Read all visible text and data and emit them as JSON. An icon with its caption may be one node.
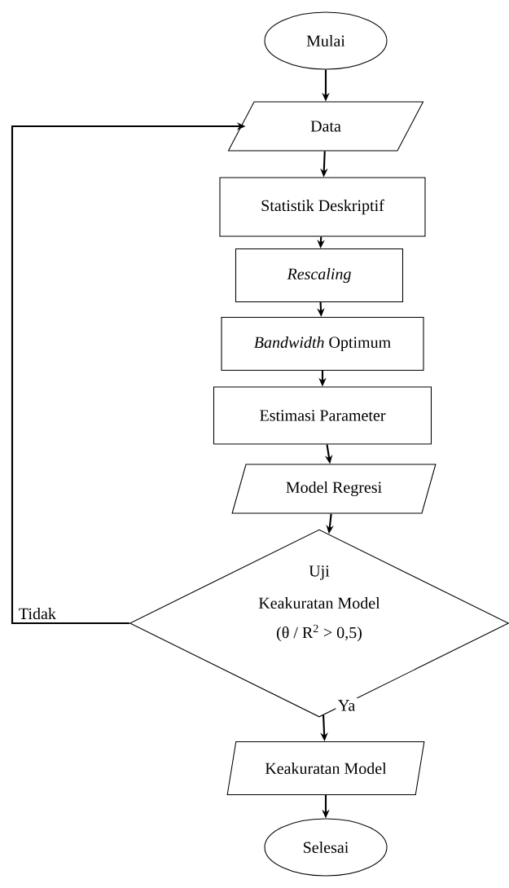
{
  "diagram": {
    "nodes": [
      {
        "text": [
          "Mulai"
        ]
      },
      {
        "text": [
          "Data"
        ]
      },
      {
        "text": [
          "Statistik Deskriptif"
        ]
      },
      {
        "text": [
          "Rescaling"
        ]
      },
      {
        "text": [
          "*Bandwidth* Optimum"
        ]
      },
      {
        "text": [
          "Estimasi Parameter"
        ]
      },
      {
        "text": [
          "Model Regresi"
        ]
      },
      {
        "text": [
          "Uji",
          "Keakuratan Model",
          "(θ / R$^{2}$ > 0,5)"
        ]
      },
      {
        "text": [
          "Keakuratan Model"
        ]
      },
      {
        "text": [
          "Selesai"
        ]
      }
    ],
    "edges": [
      {
        "from": 0,
        "to": 1,
        "arrow": "to"
      },
      {
        "from": 1,
        "to": 2,
        "arrow": "to"
      },
      {
        "from": 2,
        "to": 3,
        "arrow": "to"
      },
      {
        "from": 3,
        "to": 4,
        "arrow": "to"
      },
      {
        "from": 4,
        "to": 5,
        "arrow": "to"
      },
      {
        "from": 5,
        "to": 6,
        "arrow": "to"
      },
      {
        "from": 6,
        "to": 7,
        "arrow": "to"
      },
      {
        "from": 7,
        "to": 1,
        "label": "Tidak",
        "arrow": "to"
      },
      {
        "from": 7,
        "to": 8,
        "label": "Ya",
        "arrow": "to"
      },
      {
        "from": 8,
        "to": 9,
        "arrow": "to"
      }
    ]
  }
}
